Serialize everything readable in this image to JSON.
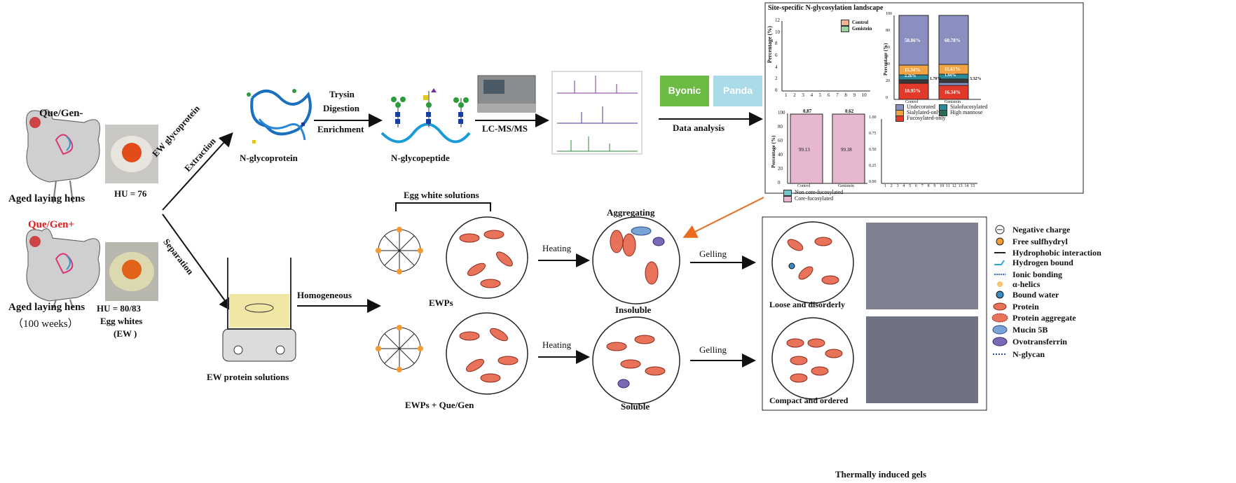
{
  "left": {
    "que_minus": "Que/Gen-",
    "que_plus": "Que/Gen+",
    "hens_top": "Aged laying hens",
    "hens_bottom": "Aged laying hens",
    "hens_age": "（100 weeks）",
    "hu_top": "HU = 76",
    "hu_bottom": "HU = 80/83",
    "egg_whites": "Egg whites",
    "ew": "(EW )"
  },
  "arrows": {
    "extraction_1": "EW glycoprotein",
    "extraction_2": "Extraction",
    "separation": "Separation",
    "trysin": "Trysin",
    "digestion": "Digestion",
    "enrichment": "Enrichment",
    "lcms": "LC-MS/MS",
    "data_analysis": "Data analysis",
    "homogeneous": "Homogeneous",
    "heating_top": "Heating",
    "heating_bottom": "Heating",
    "gelling_top": "Gelling",
    "gelling_bottom": "Gelling"
  },
  "labels": {
    "n_glycoprotein": "N-glycoprotein",
    "n_glycopeptide": "N-glycopeptide",
    "ew_protein_solutions": "EW protein solutions",
    "egg_white_solutions": "Egg white solutions",
    "ewps": "EWPs",
    "ewps_que": "EWPs + Que/Gen",
    "aggregating": "Aggregating",
    "insoluble": "Insoluble",
    "soluble": "Soluble",
    "loose": "Loose and disorderly",
    "compact": "Compact and ordered",
    "thermal_gels": "Thermally induced gels"
  },
  "tools": {
    "byonic": "Byonic",
    "panda": "Panda"
  },
  "landscape": {
    "title": "Site-specific N-glycosylation landscape",
    "bar_chart": {
      "ylabel": "Percentage (%)",
      "yticks": [
        "0",
        "2",
        "4",
        "6",
        "8",
        "10",
        "12"
      ],
      "xticks": [
        "1",
        "2",
        "3",
        "4",
        "5",
        "6",
        "7",
        "8",
        "9",
        "10"
      ],
      "legend": [
        "Control",
        "Genistein"
      ],
      "colors": {
        "control": "#f0b495",
        "genistein": "#9ed2a3"
      }
    },
    "stacked_chart": {
      "ylabel": "Percentage (%)",
      "yticks": [
        "0",
        "20",
        "40",
        "60",
        "80",
        "100"
      ],
      "cats": [
        "Control",
        "Genistein"
      ],
      "pct_top_left": "58.86%",
      "pct_top_right": "60.78%",
      "pct_mid_left": "11.34%",
      "pct_mid_right": "11.61%",
      "pct_a_left": "2.26%",
      "pct_a_right": "1.94%",
      "pct_side_left": "1.70%",
      "pct_side_right": "3.32%",
      "pct_bottom_left": "18.95%",
      "pct_bottom_right": "16.34%",
      "legend": [
        "Undecorated",
        "Sialofucosylated",
        "Sialylated-only",
        "High mannose",
        "Fucosylated-only"
      ]
    },
    "core_chart": {
      "ylabel": "Percentage (%)",
      "yticks": [
        "0",
        "20",
        "40",
        "60",
        "80",
        "100"
      ],
      "top_left": "0.87",
      "top_right": "0.62",
      "val_left": "99.13",
      "val_right": "99.38",
      "cats": [
        "Control",
        "Genistein"
      ],
      "legend": [
        "Non core-fucosylated",
        "Core-fucosylated"
      ]
    },
    "logo": {
      "ytick_labels": [
        "0.00",
        "0.25",
        "0.50",
        "0.75",
        "1.00"
      ],
      "xticks": [
        "1",
        "2",
        "3",
        "4",
        "5",
        "6",
        "7",
        "8",
        "9",
        "10",
        "11",
        "12",
        "13",
        "14",
        "15"
      ]
    }
  },
  "legend": {
    "items": [
      "Negative charge",
      "Free sulfhydryl",
      "Hydrophobic interaction",
      "Hydrogen bound",
      "Ionic bonding",
      "α-helics",
      "Bound water",
      "Protein",
      "Protein aggregate",
      "Mucin 5B",
      "Ovotransferrin",
      "N-glycan"
    ]
  }
}
